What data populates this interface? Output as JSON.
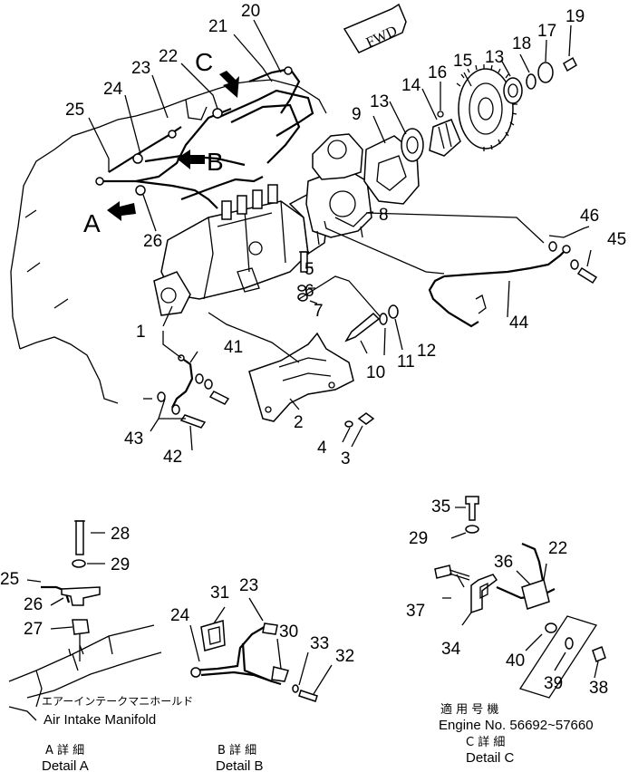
{
  "direction_label": "FWD",
  "view_markers": [
    "A",
    "B",
    "C"
  ],
  "part_numbers_main": [
    "1",
    "2",
    "3",
    "4",
    "5",
    "6",
    "7",
    "8",
    "9",
    "10",
    "11",
    "12",
    "13",
    "13",
    "14",
    "15",
    "16",
    "17",
    "18",
    "19",
    "20",
    "21",
    "22",
    "23",
    "24",
    "25",
    "26",
    "41",
    "42",
    "43",
    "44",
    "45",
    "46"
  ],
  "detail_a": {
    "part_numbers": [
      "28",
      "29",
      "25",
      "26",
      "27"
    ],
    "callout_jp": "エアーインテークマニホールド",
    "callout_en": "Air Intake Manifold",
    "caption_jp": "A 詳 細",
    "caption_en": "Detail A"
  },
  "detail_b": {
    "part_numbers": [
      "31",
      "23",
      "24",
      "30",
      "33",
      "32"
    ],
    "caption_jp": "B 詳 細",
    "caption_en": "Detail B"
  },
  "detail_c": {
    "part_numbers": [
      "35",
      "29",
      "22",
      "36",
      "37",
      "34",
      "40",
      "39",
      "38"
    ],
    "applicability_jp": "適 用 号 機",
    "applicability_en": "Engine No. 56692~57660",
    "caption_jp": "C 詳 細",
    "caption_en": "Detail C"
  }
}
